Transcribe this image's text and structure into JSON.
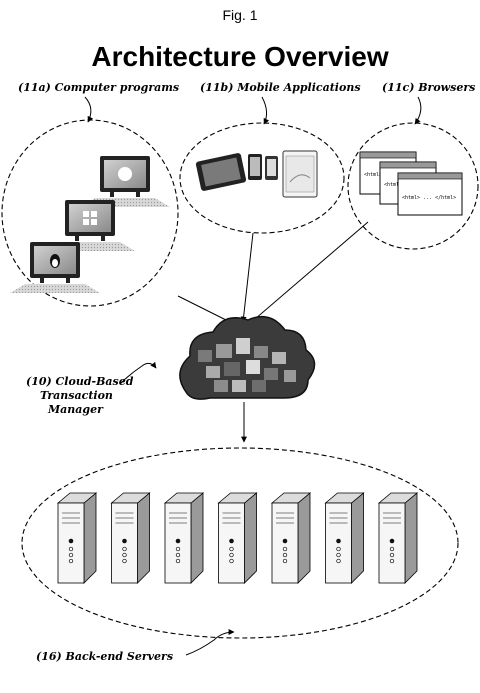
{
  "figure_label": "Fig. 1",
  "title": "Architecture Overview",
  "labels": {
    "computer_programs": "(11a) Computer programs",
    "mobile_apps": "(11b) Mobile Applications",
    "browsers": "(11c) Browsers",
    "cloud_line1": "(10) Cloud-Based",
    "cloud_line2": "Transaction",
    "cloud_line3": "Manager",
    "servers": "(16) Back-end Servers"
  },
  "browser_text": "<html> ... </html>",
  "server_count": 7
}
